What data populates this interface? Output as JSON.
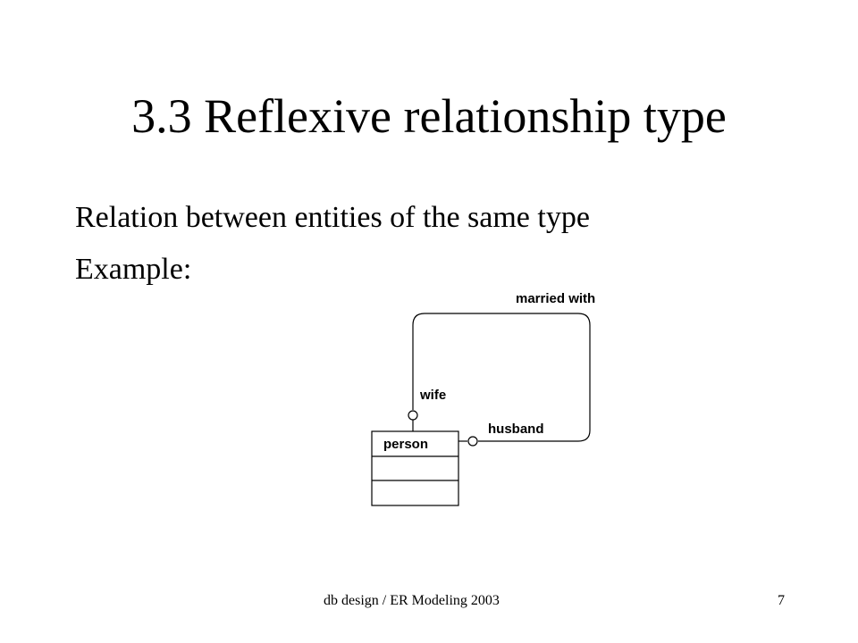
{
  "slide": {
    "title": "3.3 Reflexive relationship type",
    "body": [
      "Relation between entities of the same type",
      "Example:"
    ],
    "footer": {
      "text": "db design / ER Modeling  2003",
      "page_number": "7"
    }
  },
  "diagram": {
    "entity": {
      "name": "person"
    },
    "relationship": {
      "name": "married with",
      "role_1": "wife",
      "role_2": "husband"
    }
  }
}
